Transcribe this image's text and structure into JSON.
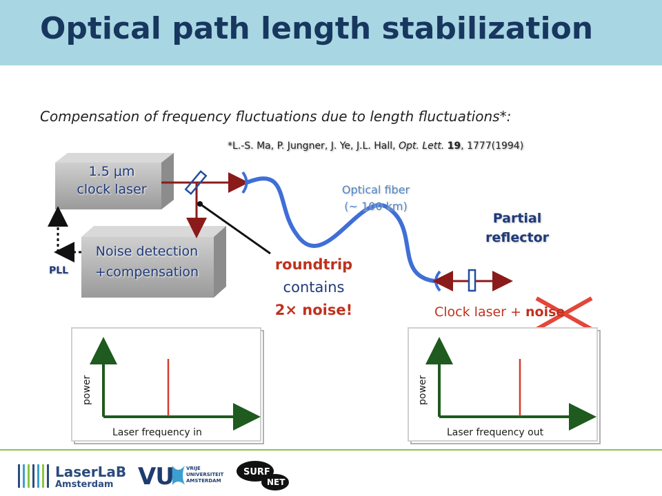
{
  "title": "Optical path length stabilization",
  "subtitle": "Compensation of frequency fluctuations due to length fluctuations*:",
  "reference": {
    "authors": "*L.-S. Ma, P. Jungner, J. Ye, J.L. Hall, ",
    "journal": "Opt. Lett.",
    "volume": "19",
    "pages_year": ", 1777(1994)"
  },
  "laser_box": {
    "line1": "1.5 μm",
    "line2": "clock laser"
  },
  "noise_box": {
    "line1": "Noise detection",
    "line2": "+compensation"
  },
  "pll_label": "PLL",
  "fiber_label": {
    "line1": "Optical fiber",
    "line2": "(~ 100 km)"
  },
  "reflector_label": {
    "line1": "Partial",
    "line2": "reflector"
  },
  "roundtrip": {
    "line1": "roundtrip",
    "line2": "contains",
    "line3": "2× noise!"
  },
  "clock_noise": {
    "text": "Clock laser + ",
    "crossed": "noise"
  },
  "plot_in": {
    "ylabel": "power",
    "xlabel": "Laser frequency in"
  },
  "plot_out": {
    "ylabel": "power",
    "xlabel": "Laser frequency out"
  },
  "logos": {
    "laserlab": "LaserLaB",
    "laserlab_city": "Amsterdam",
    "vu": "VU",
    "vu_sub1": "VRIJE",
    "vu_sub2": "UNIVERSITEIT",
    "vu_sub3": "AMSTERDAM",
    "surf": "SURF",
    "net": "NET"
  },
  "colors": {
    "title_bar": "#a9d6e3",
    "title_text": "#17375e",
    "beam": "#8b1a1a",
    "fiber": "#3f6fd6",
    "accent_red": "#c0311e",
    "axis_green": "#1f5a1f"
  }
}
